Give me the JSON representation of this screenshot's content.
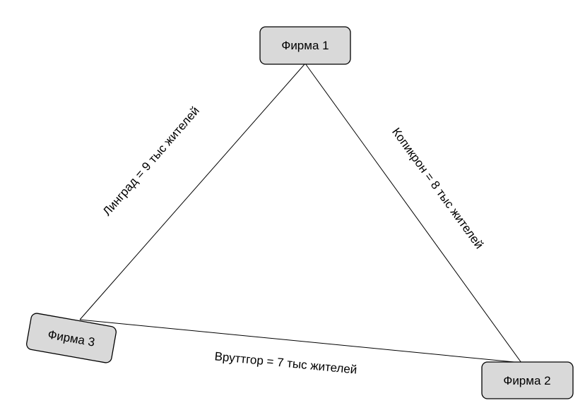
{
  "colors": {
    "node_fill": "#d9d9d9",
    "node_stroke": "#000000",
    "edge_stroke": "#000000",
    "background": "#ffffff"
  },
  "nodes": {
    "firm1": {
      "label": "Фирма 1"
    },
    "firm2": {
      "label": "Фирма 2"
    },
    "firm3": {
      "label": "Фирма 3"
    }
  },
  "edges": {
    "lingrad": {
      "label": "Линград = 9 тыс жителей"
    },
    "kopikron": {
      "label": "Копикрон = 8 тыс жителей"
    },
    "vruttgor": {
      "label": "Вруттгор = 7 тыс жителей"
    }
  }
}
